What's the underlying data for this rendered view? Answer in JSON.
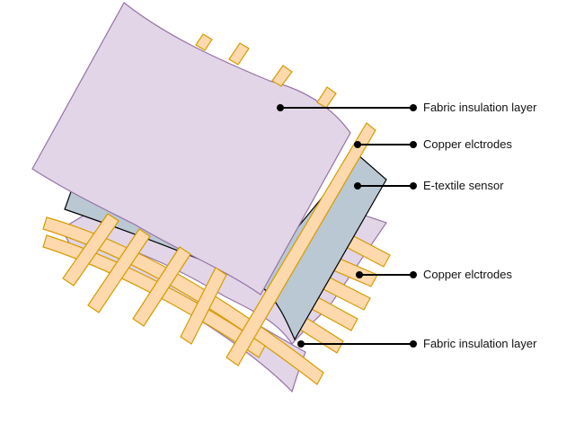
{
  "labels": {
    "top_insulation": "Fabric insulation layer",
    "top_electrodes": "Copper elctrodes",
    "sensor": "E-textile sensor",
    "bottom_electrodes": "Copper elctrodes",
    "bottom_insulation": "Fabric insulation layer"
  },
  "colors": {
    "insulation_fill": "#e1d5e7",
    "insulation_stroke": "#9673a6",
    "electrode_fill": "#fdd9ad",
    "electrode_stroke": "#d79b00",
    "sensor_fill": "#bac8d3",
    "sensor_stroke": "#000000"
  }
}
